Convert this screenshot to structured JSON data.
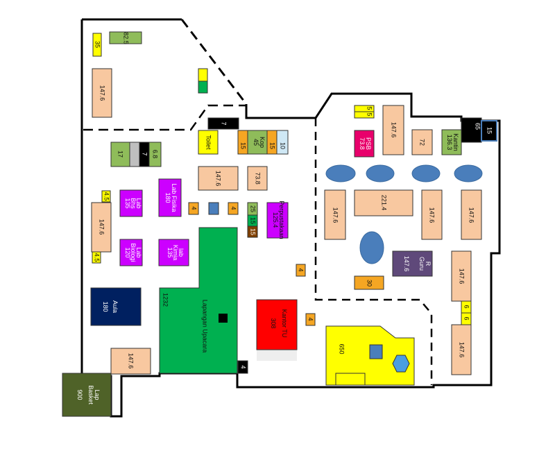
{
  "colors": {
    "room": "#f8c8a0",
    "lab": "#cc00ff",
    "green_room": "#8fbc5a",
    "yellow": "#ffff00",
    "orange": "#f5a623",
    "navy": "#002060",
    "field": "#00b050",
    "red": "#ff0000",
    "olive": "#4f6228",
    "blue": "#4a7ebb",
    "purple": "#5f497a",
    "black": "#000000",
    "brown": "#7f3f00",
    "gray": "#bfbfbf",
    "lightblue": "#cfe8f5",
    "pink": "#e8006b"
  },
  "labels": {
    "r35": "35",
    "r82": "82.5",
    "r147_a": "147.6",
    "r17": "17",
    "r7a": "7",
    "r68": "6.8",
    "toilet": "Toilet",
    "r7b": "7",
    "r15a": "15",
    "kop": "Kop\n45",
    "r15b": "15",
    "r10": "10",
    "r147_b": "147.6",
    "r738": "73.8",
    "lab_bhs": "Lab\nBhs\n135",
    "lab_fisika": "Lab Fisika\n180",
    "r45a": "4.5",
    "r147_c": "147.6",
    "r45b": "4.5",
    "r4a": "4",
    "r4b": "4",
    "r25": "25",
    "r15c": "15",
    "r15d": "15",
    "perpustakaan": "Perpustakaan\n125.4",
    "lab_biologi": "Lab\nBiologi\n120",
    "lab_kimia": "lab\nKimia\n135",
    "aula": "Aula\n180",
    "r1232": "1232",
    "lapangan": "Lapangan Upacara",
    "r4c": "4",
    "r147_d": "147.6",
    "lap_basket": "Lap\nBasket\n900",
    "kantor_tu": "Kantor TU\n308",
    "r4d": "4",
    "r4e": "4",
    "r650": "650",
    "r5a": "5",
    "r5b": "5",
    "psb": "PSB\n73.8",
    "r147_e": "147.6",
    "r72": "72",
    "kantin": "Kantin\n136.3",
    "r65": "65",
    "r15e": "15",
    "r147_f": "147.6",
    "r2214": "221.4",
    "r147_g": "147.6",
    "r147_h": "147.6",
    "r_guru": "R\nGuru\n147.6",
    "r30": "30",
    "r147_i": "147.6",
    "r6a": "6",
    "r6b": "6",
    "r147_j": "147.6"
  }
}
